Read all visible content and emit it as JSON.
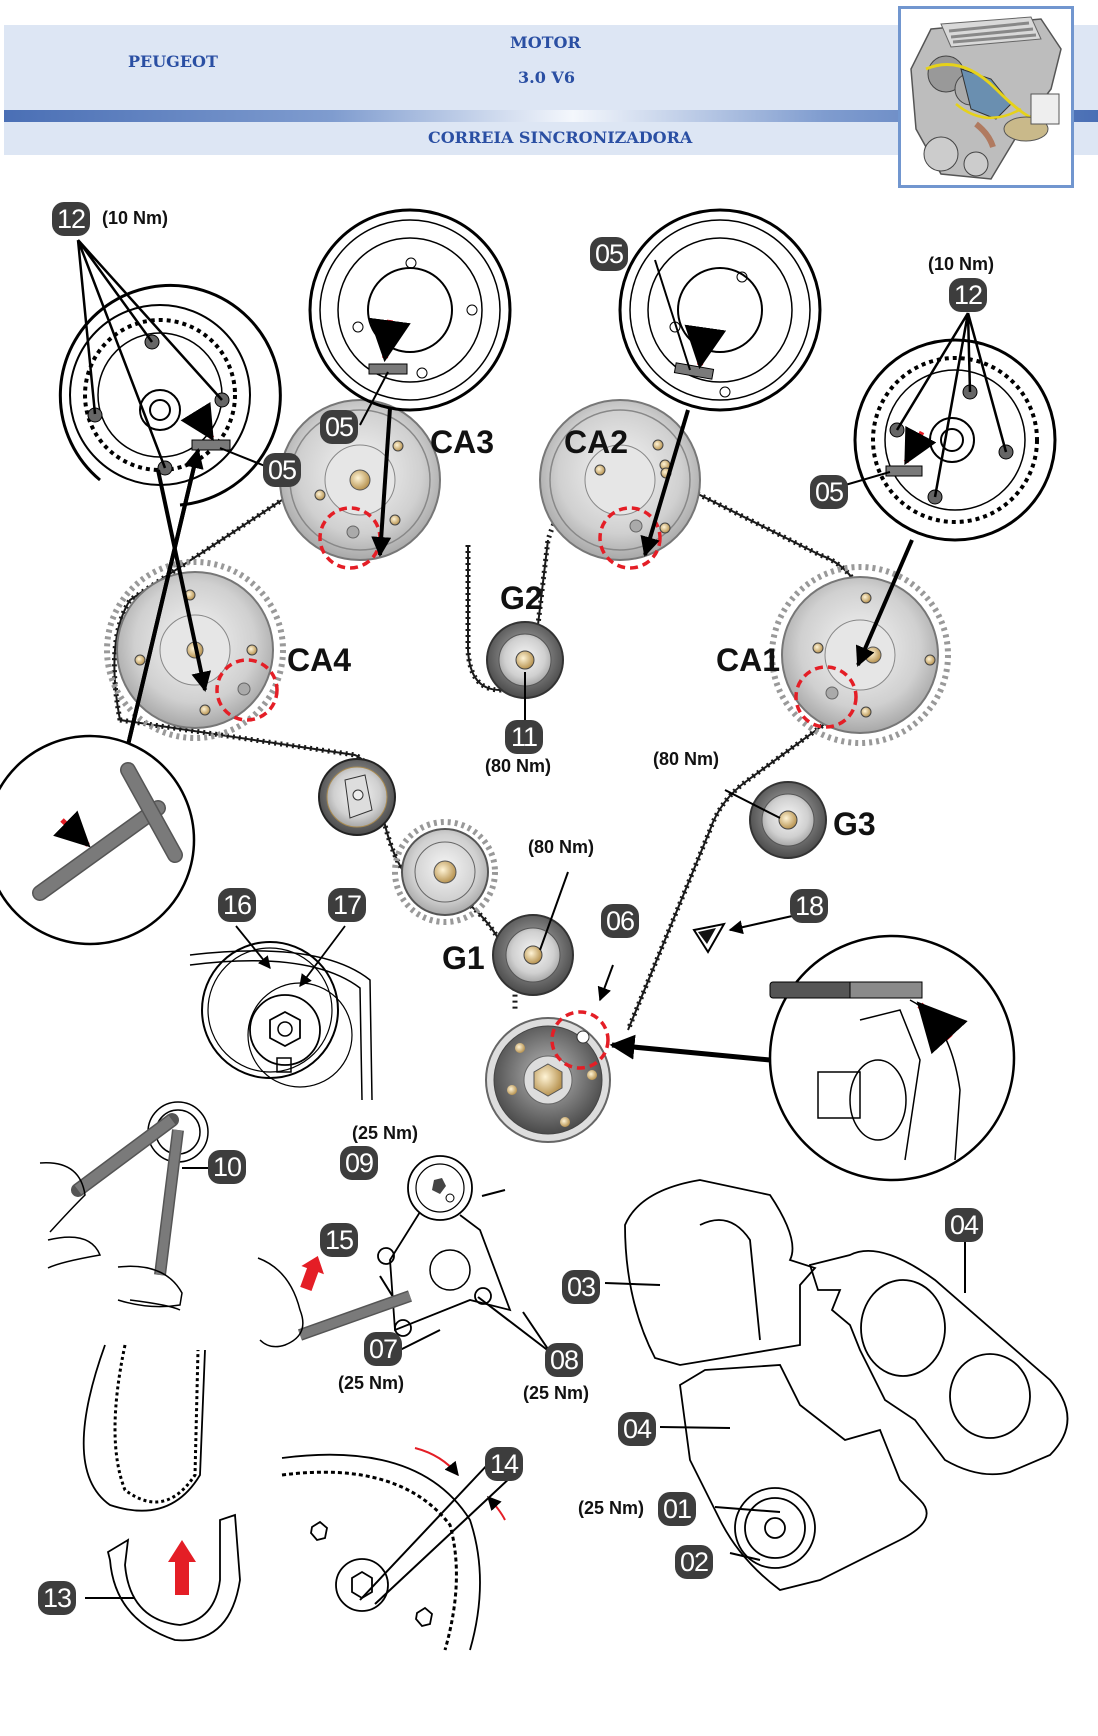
{
  "header": {
    "brand": "PEUGEOT",
    "title_line1": "MOTOR",
    "title_line2": "3.0 V6",
    "subtitle": "CORREIA SINCRONIZADORA",
    "accent_color": "#2a4fa3",
    "band_color": "#dde6f4",
    "thumbnail_icon": "engine-image"
  },
  "pulley_labels": {
    "ca1": "CA1",
    "ca2": "CA2",
    "ca3": "CA3",
    "ca4": "CA4",
    "g1": "G1",
    "g2": "G2",
    "g3": "G3"
  },
  "callouts": {
    "c12_left": "12",
    "c12_right": "12",
    "c05_a": "05",
    "c05_b": "05",
    "c05_c": "05",
    "c05_d": "05",
    "c11": "11",
    "c16": "16",
    "c17": "17",
    "c06": "06",
    "c18": "18",
    "c10": "10",
    "c09": "09",
    "c15": "15",
    "c07": "07",
    "c08": "08",
    "c03": "03",
    "c04_a": "04",
    "c04_b": "04",
    "c01": "01",
    "c02": "02",
    "c13": "13",
    "c14": "14"
  },
  "torques": {
    "t12_left": "(10 Nm)",
    "t12_right": "(10 Nm)",
    "t11": "(80 Nm)",
    "tg1": "(80 Nm)",
    "tg3": "(80 Nm)",
    "t09": "(25 Nm)",
    "t07": "(25 Nm)",
    "t08": "(25 Nm)",
    "t01": "(25 Nm)"
  },
  "colors": {
    "badge": "#3d3d3d",
    "marker_red": "#e41e26",
    "pulley_gray": "#c8c8c8"
  }
}
